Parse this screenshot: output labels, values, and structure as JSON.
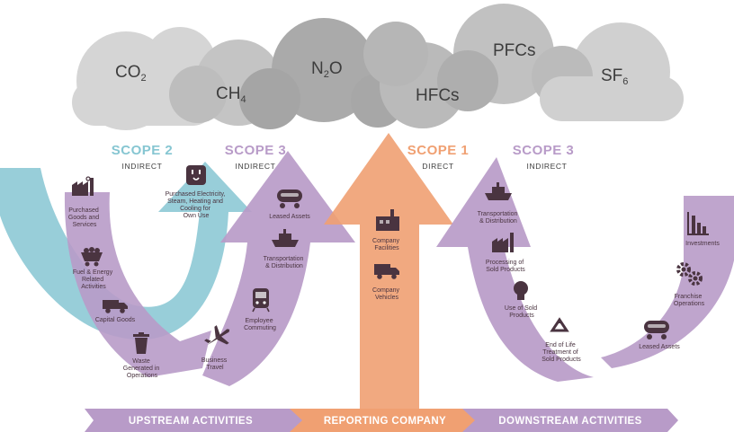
{
  "gases": [
    {
      "base": "CO",
      "sub": "2"
    },
    {
      "base": "CH",
      "sub": "4"
    },
    {
      "base": "N",
      "sub": "2",
      "tail": "O"
    },
    {
      "base": "HFCs",
      "sub": ""
    },
    {
      "base": "PFCs",
      "sub": ""
    },
    {
      "base": "SF",
      "sub": "6"
    }
  ],
  "scopes": [
    {
      "title": "SCOPE 2",
      "subtitle": "INDIRECT",
      "color": "#86c6d2"
    },
    {
      "title": "SCOPE 3",
      "subtitle": "INDIRECT",
      "color": "#b89bc8"
    },
    {
      "title": "SCOPE 1",
      "subtitle": "DIRECT",
      "color": "#f0a072"
    },
    {
      "title": "SCOPE 3",
      "subtitle": "INDIRECT",
      "color": "#b89bc8"
    }
  ],
  "scope2_items": [
    {
      "label": [
        "Purchased Electricity,",
        "Steam, Heating and",
        "Cooling for",
        "Own Use"
      ],
      "icon": "power-outlet-icon"
    }
  ],
  "upstream_items": [
    {
      "label": [
        "Purchased",
        "Goods and",
        "Services"
      ],
      "icon": "factory-icon"
    },
    {
      "label": [
        "Fuel & Energy",
        "Related",
        "Activities"
      ],
      "icon": "coal-cart-icon"
    },
    {
      "label": [
        "Capital Goods"
      ],
      "icon": "truck-icon"
    },
    {
      "label": [
        "Waste",
        "Generated in",
        "Operations"
      ],
      "icon": "trash-can-icon"
    }
  ],
  "scope3_up_items": [
    {
      "label": [
        "Leased Assets"
      ],
      "icon": "tanker-icon"
    },
    {
      "label": [
        "Transportation",
        "& Distribution"
      ],
      "icon": "ship-icon"
    },
    {
      "label": [
        "Employee",
        "Commuting"
      ],
      "icon": "train-icon"
    },
    {
      "label": [
        "Business",
        "Travel"
      ],
      "icon": "airplane-icon"
    }
  ],
  "scope1_items": [
    {
      "label": [
        "Company",
        "Facilities"
      ],
      "icon": "facility-icon"
    },
    {
      "label": [
        "Company",
        "Vehicles"
      ],
      "icon": "truck-icon"
    }
  ],
  "scope3_down_items": [
    {
      "label": [
        "Transportation",
        "& Distribution"
      ],
      "icon": "ship-icon"
    },
    {
      "label": [
        "Processing of",
        "Sold Products"
      ],
      "icon": "factory-icon"
    },
    {
      "label": [
        "Use of Sold",
        "Products"
      ],
      "icon": "lightbulb-icon"
    },
    {
      "label": [
        "End of Life",
        "Treatment of",
        "Sold Products"
      ],
      "icon": "recycle-icon"
    }
  ],
  "downstream_items": [
    {
      "label": [
        "Investments"
      ],
      "icon": "bar-chart-icon"
    },
    {
      "label": [
        "Franchise",
        "Operations"
      ],
      "icon": "gears-icon"
    },
    {
      "label": [
        "Leased Assets"
      ],
      "icon": "tanker-icon"
    }
  ],
  "bands": [
    {
      "label": "UPSTREAM ACTIVITIES",
      "color": "#b89bc8"
    },
    {
      "label": "REPORTING COMPANY",
      "color": "#f0a072"
    },
    {
      "label": "DOWNSTREAM ACTIVITIES",
      "color": "#b89bc8"
    }
  ],
  "colors": {
    "cloud_light": "#cfcfcf",
    "cloud_mid": "#b4b4b4",
    "cloud_dark": "#9a9a9a",
    "text_dark": "#4a3440"
  }
}
